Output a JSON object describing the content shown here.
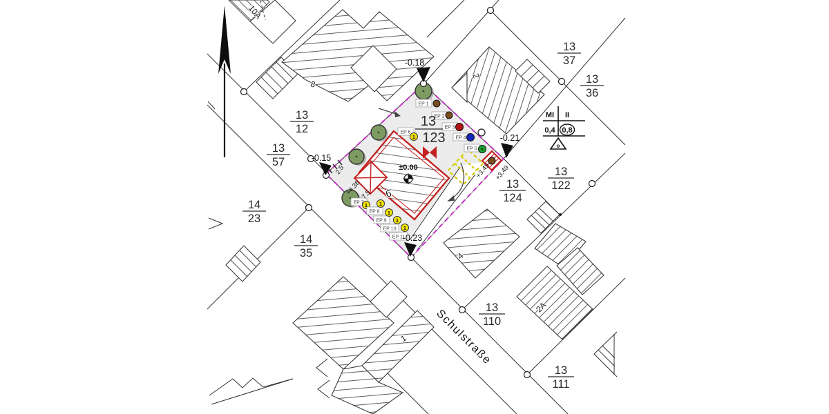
{
  "map": {
    "street": {
      "name": "Schulstraße"
    },
    "site": {
      "parcel": {
        "num": "13",
        "den": "123"
      },
      "datum": "±0.00",
      "boundary_color": "#c832c8"
    },
    "parcels": [
      {
        "num": "13",
        "den": "12"
      },
      {
        "num": "13",
        "den": "57"
      },
      {
        "num": "14",
        "den": "23"
      },
      {
        "num": "14",
        "den": "35"
      },
      {
        "num": "13",
        "den": "37"
      },
      {
        "num": "13",
        "den": "36"
      },
      {
        "num": "13",
        "den": "122"
      },
      {
        "num": "13",
        "den": "124"
      },
      {
        "num": "13",
        "den": "110"
      },
      {
        "num": "13",
        "den": "111"
      }
    ],
    "houses": {
      "h10a": "10A",
      "h8": "8",
      "h2": "2",
      "h6": "6",
      "h4": "4",
      "h2a": "2A",
      "h1": "1"
    },
    "elevations": [
      {
        "value": "-0.18"
      },
      {
        "value": "-0.15"
      },
      {
        "value": "-0.21"
      },
      {
        "value": "-0.23"
      }
    ],
    "measurements": [
      {
        "value": "2.5"
      },
      {
        "value": "+4.36"
      },
      {
        "value": "7.5"
      },
      {
        "value": "+3.49"
      },
      {
        "value": "+3.49"
      }
    ],
    "ep_dots": [
      {
        "label": "EP 1",
        "color": "#7a4e1e"
      },
      {
        "label": "EP 2",
        "color": "#7a4e1e"
      },
      {
        "label": "EP 3",
        "color": "#b51313"
      },
      {
        "label": "EP 4",
        "color": "#1527b8"
      },
      {
        "label": "EP 5",
        "color": "#1ea032"
      }
    ],
    "ep_circles": [
      {
        "label": "EP 6",
        "mark": "1"
      },
      {
        "label": "EP 7",
        "mark": "1"
      },
      {
        "label": "EP 8",
        "mark": "1"
      },
      {
        "label": "EP 9",
        "mark": "1"
      },
      {
        "label": "EP 10",
        "mark": "1"
      },
      {
        "label": "EP 11",
        "mark": "1"
      }
    ],
    "zoning": {
      "use": "MI",
      "storeys": "II",
      "grz": "0,4",
      "gfz": "0,8",
      "bauweise": "o"
    },
    "colors": {
      "site_fill": "#ececec",
      "boundary_magenta": "#c832c8",
      "building_red": "#c42222",
      "tree_green": "#7e9b63",
      "marker_yellow": "#f2e40a",
      "parking_yellow": "#d8cc00"
    }
  }
}
